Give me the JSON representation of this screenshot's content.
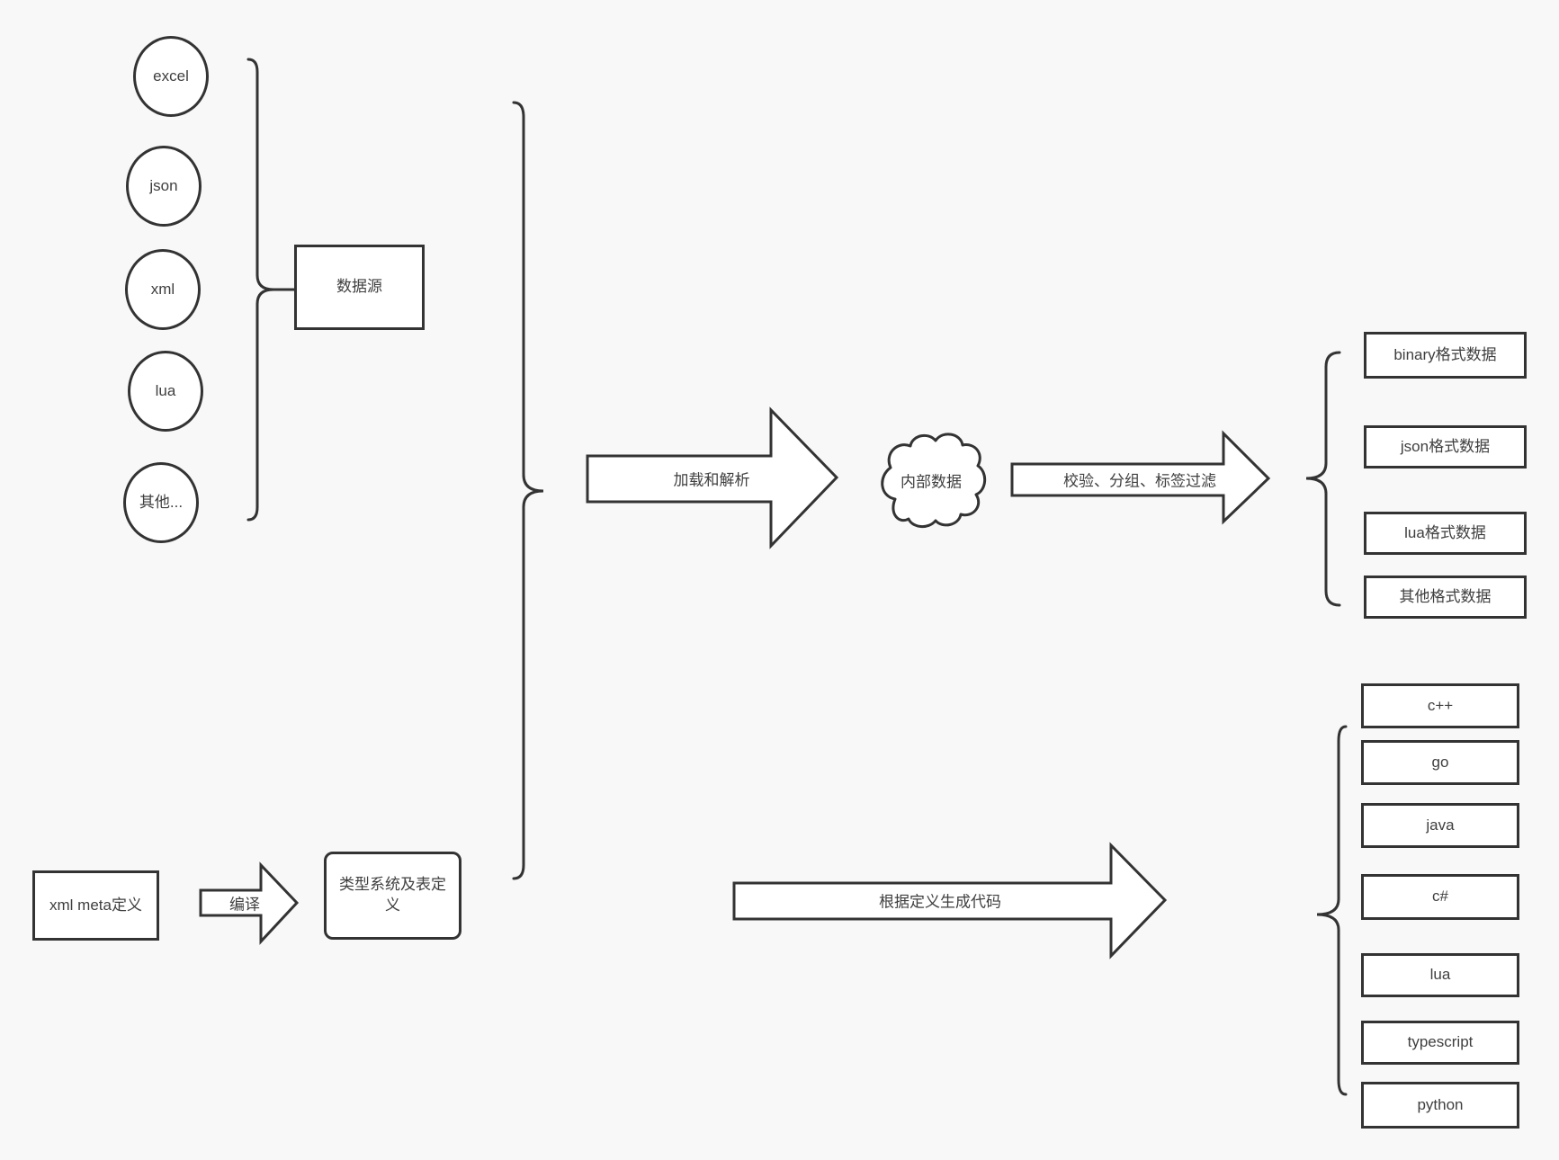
{
  "colors": {
    "background": "#f8f8f8",
    "stroke": "#333333",
    "node_fill": "#ffffff",
    "text": "#3f3f3f"
  },
  "sources": {
    "group_label": "数据源",
    "items": [
      "excel",
      "json",
      "xml",
      "lua",
      "其他..."
    ]
  },
  "pipeline": {
    "load_parse_arrow_label": "加载和解析",
    "internal_data_label": "内部数据",
    "filter_arrow_label": "校验、分组、标签过滤",
    "output_formats": [
      "binary格式数据",
      "json格式数据",
      "lua格式数据",
      "其他格式数据"
    ]
  },
  "definitions": {
    "xml_meta_label": "xml meta定义",
    "compile_arrow_label": "编译",
    "type_system_label": "类型系统及表定义",
    "codegen_arrow_label": "根据定义生成代码",
    "languages": [
      "c++",
      "go",
      "java",
      "c#",
      "lua",
      "typescript",
      "python"
    ]
  }
}
